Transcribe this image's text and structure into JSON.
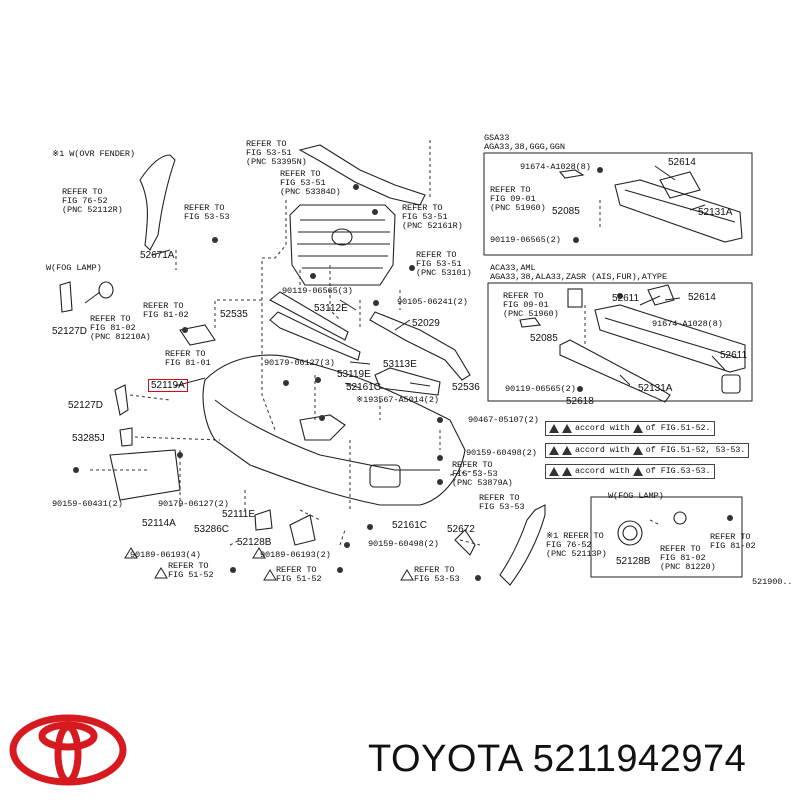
{
  "diagram": {
    "sheet_code": "521900..",
    "sections": {
      "w_cvrfender": "※1 W(OVR FENDER)",
      "w_fog_lamp_left": "W(FOG LAMP)",
      "w_fog_lamp_right": "W(FOG LAMP)",
      "gsa33": "GSA33\nAGA33,38,GGG,GGN",
      "aca33": "ACA33,AML\nAGA33,38,ALA33,ZASR (AIS,FUR),ATYPE"
    },
    "refers": {
      "r1": "REFER TO\nFIG 76-52\n(PNC 52112R)",
      "r2": "REFER TO\nFIG 53-51\n(PNC 53395N)",
      "r3": "REFER TO\nFIG 53-51\n(PNC 53384D)",
      "r4": "REFER TO\nFIG 53-53",
      "r5": "REFER TO\nFIG 53-51\n(PNC 52161R)",
      "r6": "REFER TO\nFIG 53-51\n(PNC 53101)",
      "r7": "REFER TO\nFIG 81-02",
      "r8": "REFER TO\nFIG 81-02\n(PNC 81210A)",
      "r9": "REFER TO\nFIG 81-01",
      "r10": "REFER TO\nFIG 09-01\n(PNC 51960)",
      "r11": "REFER TO\nFIG 09-01\n(PNC 51960)",
      "r12": "REFER TO\nFIG 53-53\n(PNC 53879A)",
      "r13": "REFER TO\nFIG 53-53",
      "r14": "※1 REFER TO\nFIG 76-52\n(PNC 52113P)",
      "r15": "REFER TO\nFIG 81-02\n(PNC 81220)",
      "r16": "REFER TO\nFIG 81-02",
      "r17": "REFER TO\nFIG 51-52",
      "r18": "REFER TO\nFIG 51-52",
      "r19": "REFER TO\nFIG 53-53"
    },
    "parts": {
      "p52671A": "52671A",
      "p52127D_a": "52127D",
      "p52535": "52535",
      "p52119A": "52119A",
      "p52127D_b": "52127D",
      "p53285J": "53285J",
      "p90159_60431": "90159-60431(2)",
      "p52114A": "52114A",
      "p90119_06565_a": "90119-06565(3)",
      "p53112E": "53112E",
      "p90179_06127_a": "90179-06127(3)",
      "p53119E": "53119E",
      "p52161C_a": "52161C",
      "p52536": "52536",
      "p53113E": "53113E",
      "p90105_06241": "90105-06241(2)",
      "p52029": "52029",
      "p193567": "※193567-A5014(2)",
      "p90467_05107": "90467-05107(2)",
      "p90159_60498_a": "90159-60498(2)",
      "p90179_06127_b": "90179-06127(2)",
      "p52111E": "52111E",
      "p53286C": "53286C",
      "p52128B_a": "52128B",
      "p90189_06193_a": "90189-06193(4)",
      "p90189_06193_b": "90189-06193(2)",
      "p52161C_b": "52161C",
      "p90159_60498_b": "90159-60498(2)",
      "p52672": "52672",
      "p52128B_b": "52128B",
      "p91674_a": "91674-A1028(8)",
      "p52614_a": "52614",
      "p52085_a": "52085",
      "p52131A_a": "52131A",
      "p90119_06565_b": "90119-06565(2)",
      "p52611_a": "52611",
      "p52614_b": "52614",
      "p91674_b": "91674-A1028(8)",
      "p52085_b": "52085",
      "p52611_b": "52611",
      "p90119_06565_c": "90119-06565(2)",
      "p52131A_b": "52131A",
      "p52618": "52618"
    },
    "notes": [
      {
        "mid": "accord with",
        "fig": "of FIG.51-52."
      },
      {
        "mid": "accord with",
        "fig": "of FIG.51-52, 53-53."
      },
      {
        "mid": "accord with",
        "fig": "of FIG.53-53."
      }
    ]
  },
  "footer": {
    "brand": "TOYOTA",
    "part_number": "5211942974",
    "logo_color": "#d71920"
  }
}
